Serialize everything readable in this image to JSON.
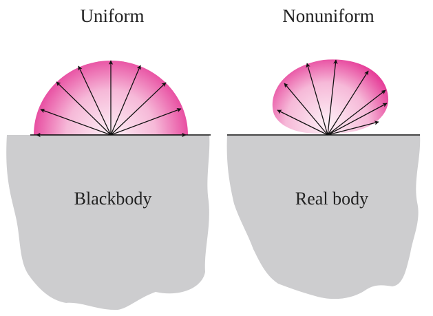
{
  "panels": [
    {
      "heading": "Uniform",
      "body_label": "Blackbody"
    },
    {
      "heading": "Nonuniform",
      "body_label": "Real body"
    }
  ],
  "colors": {
    "emission_lobe_center": "#fdf0f6",
    "emission_lobe_edge": "#e6409a",
    "body_fill": "#cdcdcf",
    "surface_line": "#111111",
    "arrow": "#111111",
    "text": "#222222"
  }
}
